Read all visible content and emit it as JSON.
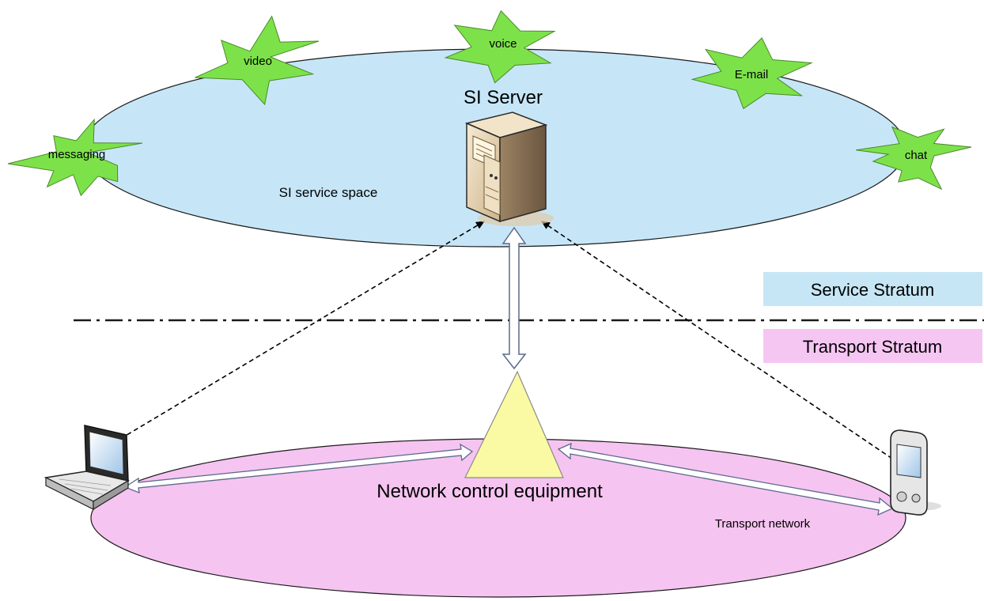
{
  "diagram": {
    "service_space_label": "SI service space",
    "server_label": "SI Server",
    "network_equipment_label": "Network control equipment",
    "transport_network_label": "Transport network",
    "stratum": {
      "service": {
        "label": "Service Stratum",
        "color": "#c6e6f5"
      },
      "transport": {
        "label": "Transport Stratum",
        "color": "#f6c6f3"
      }
    },
    "services": [
      {
        "label": "messaging"
      },
      {
        "label": "video"
      },
      {
        "label": "voice"
      },
      {
        "label": "E-mail"
      },
      {
        "label": "chat"
      }
    ],
    "devices": [
      {
        "name": "laptop"
      },
      {
        "name": "pda"
      }
    ]
  },
  "colors": {
    "service_ellipse": "#c6e6f8",
    "transport_ellipse": "#f6c4f1",
    "star": "#7de24a",
    "triangle": "#fafaa4",
    "server": "#e8d6b4"
  }
}
